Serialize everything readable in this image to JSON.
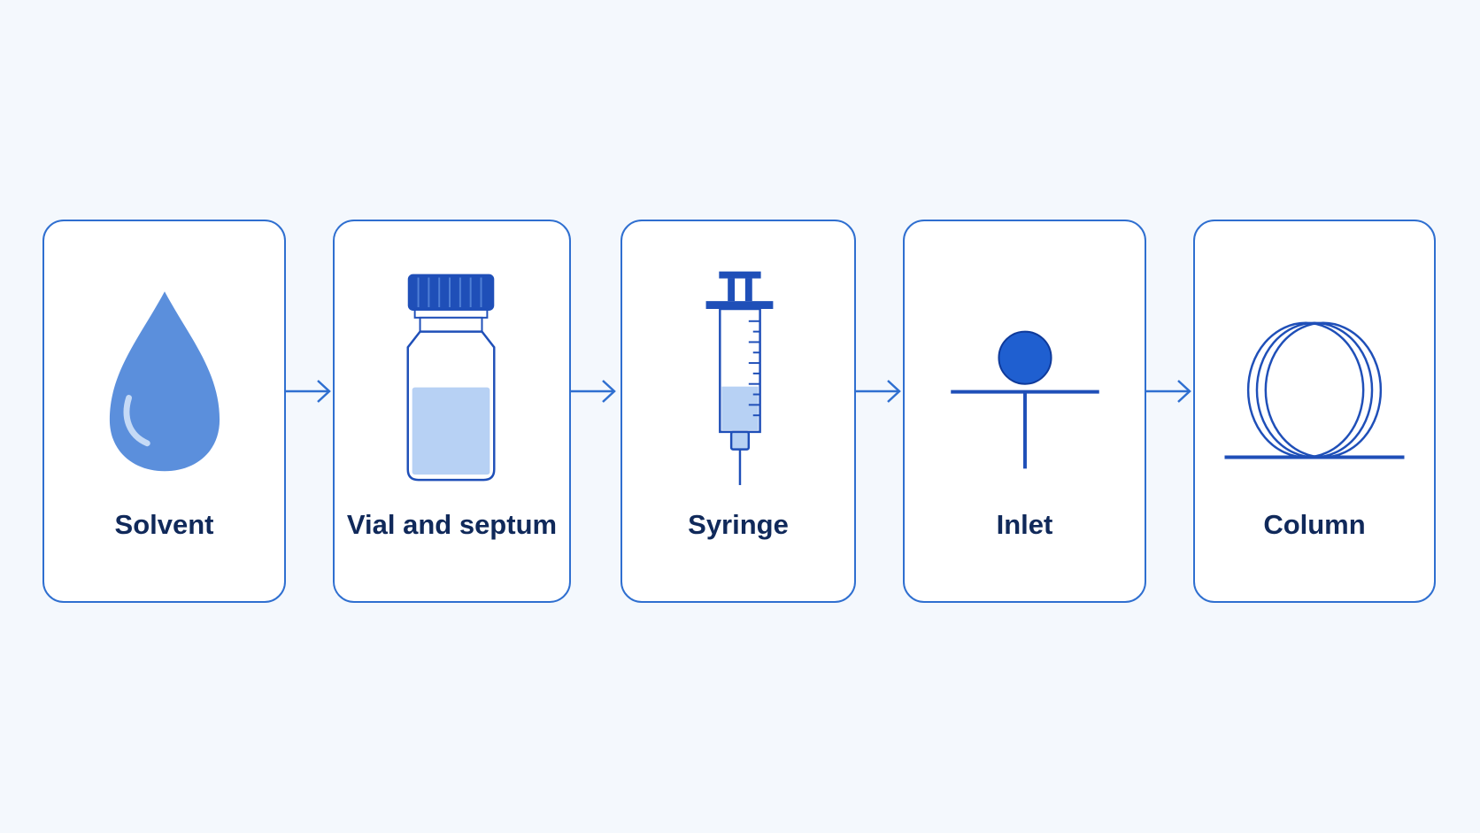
{
  "steps": [
    {
      "label": "Solvent",
      "icon": "droplet-icon"
    },
    {
      "label": "Vial and septum",
      "icon": "vial-icon"
    },
    {
      "label": "Syringe",
      "icon": "syringe-icon"
    },
    {
      "label": "Inlet",
      "icon": "inlet-icon"
    },
    {
      "label": "Column",
      "icon": "column-coil-icon"
    }
  ],
  "colors": {
    "background": "#f4f8fd",
    "card_border": "#2f6fd0",
    "accent_dark": "#1f4fb8",
    "droplet_fill": "#5b8fdc",
    "liquid_fill": "#b7d1f4",
    "label_text": "#10295a"
  }
}
